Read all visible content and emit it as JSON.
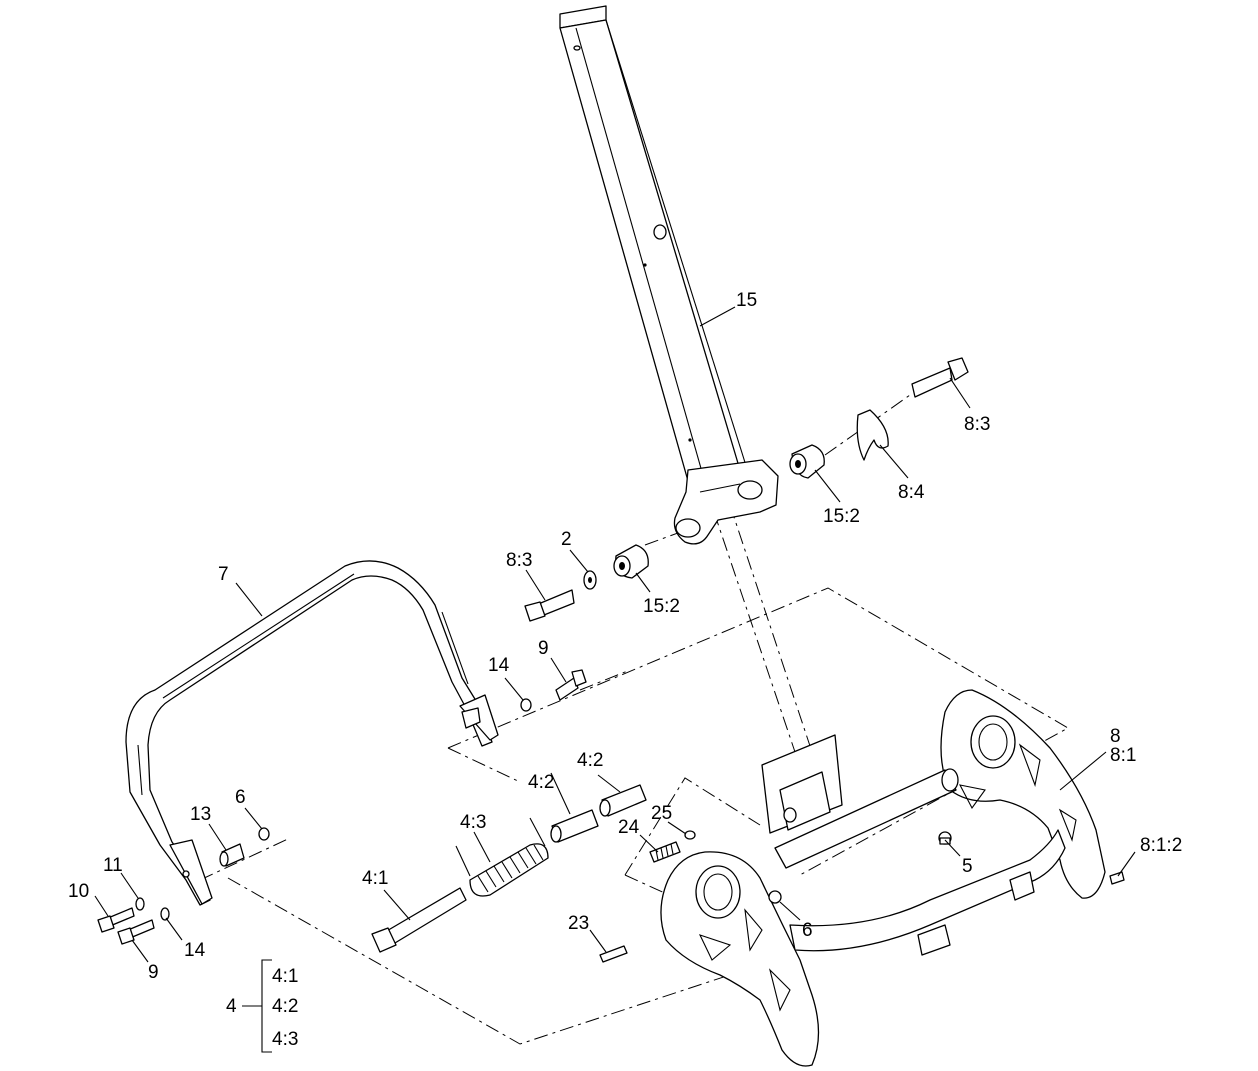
{
  "callouts": {
    "c15": "15",
    "c8_3_top": "8:3",
    "c8_4": "8:4",
    "c15_2_right": "15:2",
    "c8_3_left": "8:3",
    "c2": "2",
    "c15_2_left": "15:2",
    "c7": "7",
    "c14_top": "14",
    "c9_top": "9",
    "c8": "8",
    "c8_1": "8:1",
    "c8_1_2": "8:1:2",
    "c4_2_a": "4:2",
    "c4_2_b": "4:2",
    "c4_3": "4:3",
    "c25": "25",
    "c24": "24",
    "c13": "13",
    "c6_left": "6",
    "c5": "5",
    "c4_1": "4:1",
    "c11": "11",
    "c10": "10",
    "c6_right": "6",
    "c23": "23",
    "c14_bottom": "14",
    "c9_bottom": "9"
  },
  "legend": {
    "parent": "4",
    "children": [
      "4:1",
      "4:2",
      "4:3"
    ]
  }
}
